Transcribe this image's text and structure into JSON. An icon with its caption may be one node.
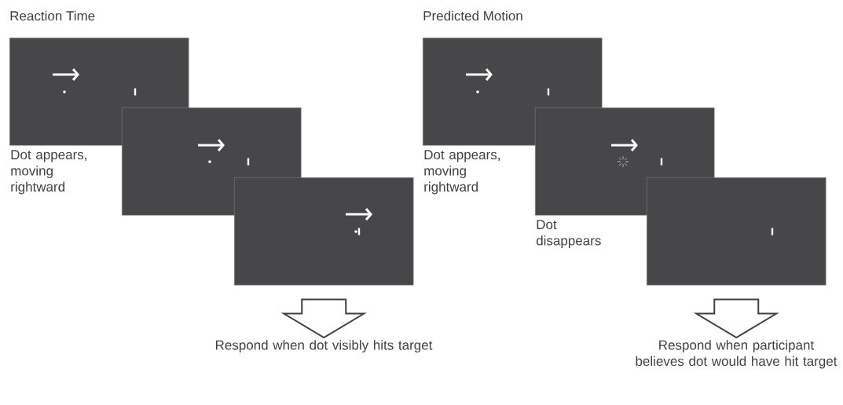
{
  "diagram": {
    "nodes": [
      {
        "text": [],
        "shape": "box",
        "beside": [
          "Dot appears, moving rightward"
        ]
      },
      {
        "text": [],
        "shape": "box"
      },
      {
        "text": [],
        "shape": "box"
      },
      {
        "text": [
          "Respond when dot visibly hits target"
        ]
      },
      {
        "text": [],
        "shape": "box",
        "beside": [
          "Dot appears, moving rightward"
        ]
      },
      {
        "text": [],
        "shape": "box",
        "beside": [
          "Dot disappears"
        ]
      },
      {
        "text": [],
        "shape": "box"
      },
      {
        "text": [
          "Respond when participant believes dot would have hit target"
        ]
      }
    ],
    "edges": [
      {
        "from": 2,
        "to": 3,
        "arrow": "to"
      },
      {
        "from": 6,
        "to": 7,
        "arrow": "to"
      }
    ],
    "labels": [
      "Reaction Time",
      "Predicted Motion"
    ]
  }
}
